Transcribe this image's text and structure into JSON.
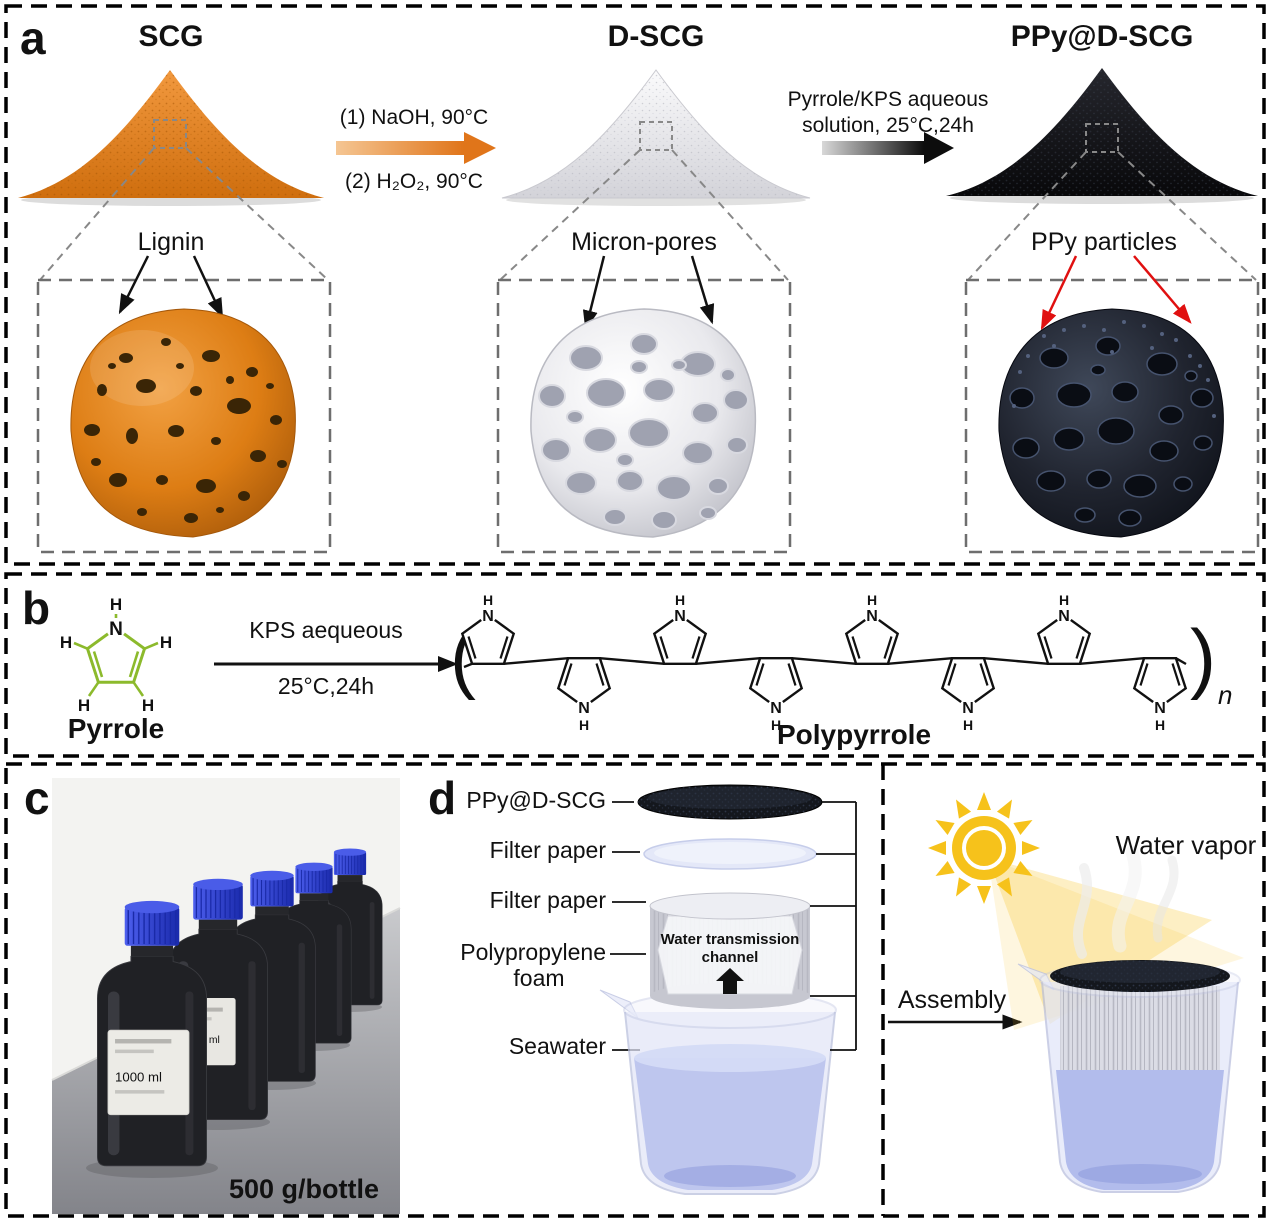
{
  "figure": {
    "panel_a": {
      "label": "a",
      "stage1_title": "SCG",
      "stage2_title": "D-SCG",
      "stage3_title": "PPy@D-SCG",
      "step1_line1": "(1) NaOH, 90°C",
      "step1_line2": "(2) H₂O₂, 90°C",
      "step2_line1": "Pyrrole/KPS aqueous",
      "step2_line2": "solution, 25°C,24h",
      "zoom1_label": "Lignin",
      "zoom2_label": "Micron-pores",
      "zoom3_label": "PPy particles"
    },
    "panel_b": {
      "label": "b",
      "monomer_name": "Pyrrole",
      "polymer_name": "Polypyrrole",
      "condition_line1": "KPS aequeous",
      "condition_line2": "25°C,24h",
      "atom_n": "N",
      "atom_h": "H",
      "bracket_open": "(",
      "bracket_close": ")",
      "subscript_n": "n"
    },
    "panel_c": {
      "label": "c",
      "caption": "500 g/bottle",
      "bottle_volume": "1000 ml"
    },
    "panel_d": {
      "label": "d",
      "component_ppy": "PPy@D-SCG",
      "component_filter1": "Filter paper",
      "component_filter2": "Filter paper",
      "component_foam_line1": "Polypropylene",
      "component_foam_line2": "foam",
      "component_seawater": "Seawater",
      "channel_line1": "Water transmission",
      "channel_line2": "channel",
      "assembly_label": "Assembly",
      "vapor_label": "Water vapor"
    },
    "colors": {
      "scg_orange": "#e07818",
      "pyrrole_green": "#8cba2c",
      "cap_blue": "#2538c9",
      "sun_yellow": "#f6c21b",
      "ppy_dark": "#14171d",
      "arrow_red": "#e01010"
    }
  }
}
